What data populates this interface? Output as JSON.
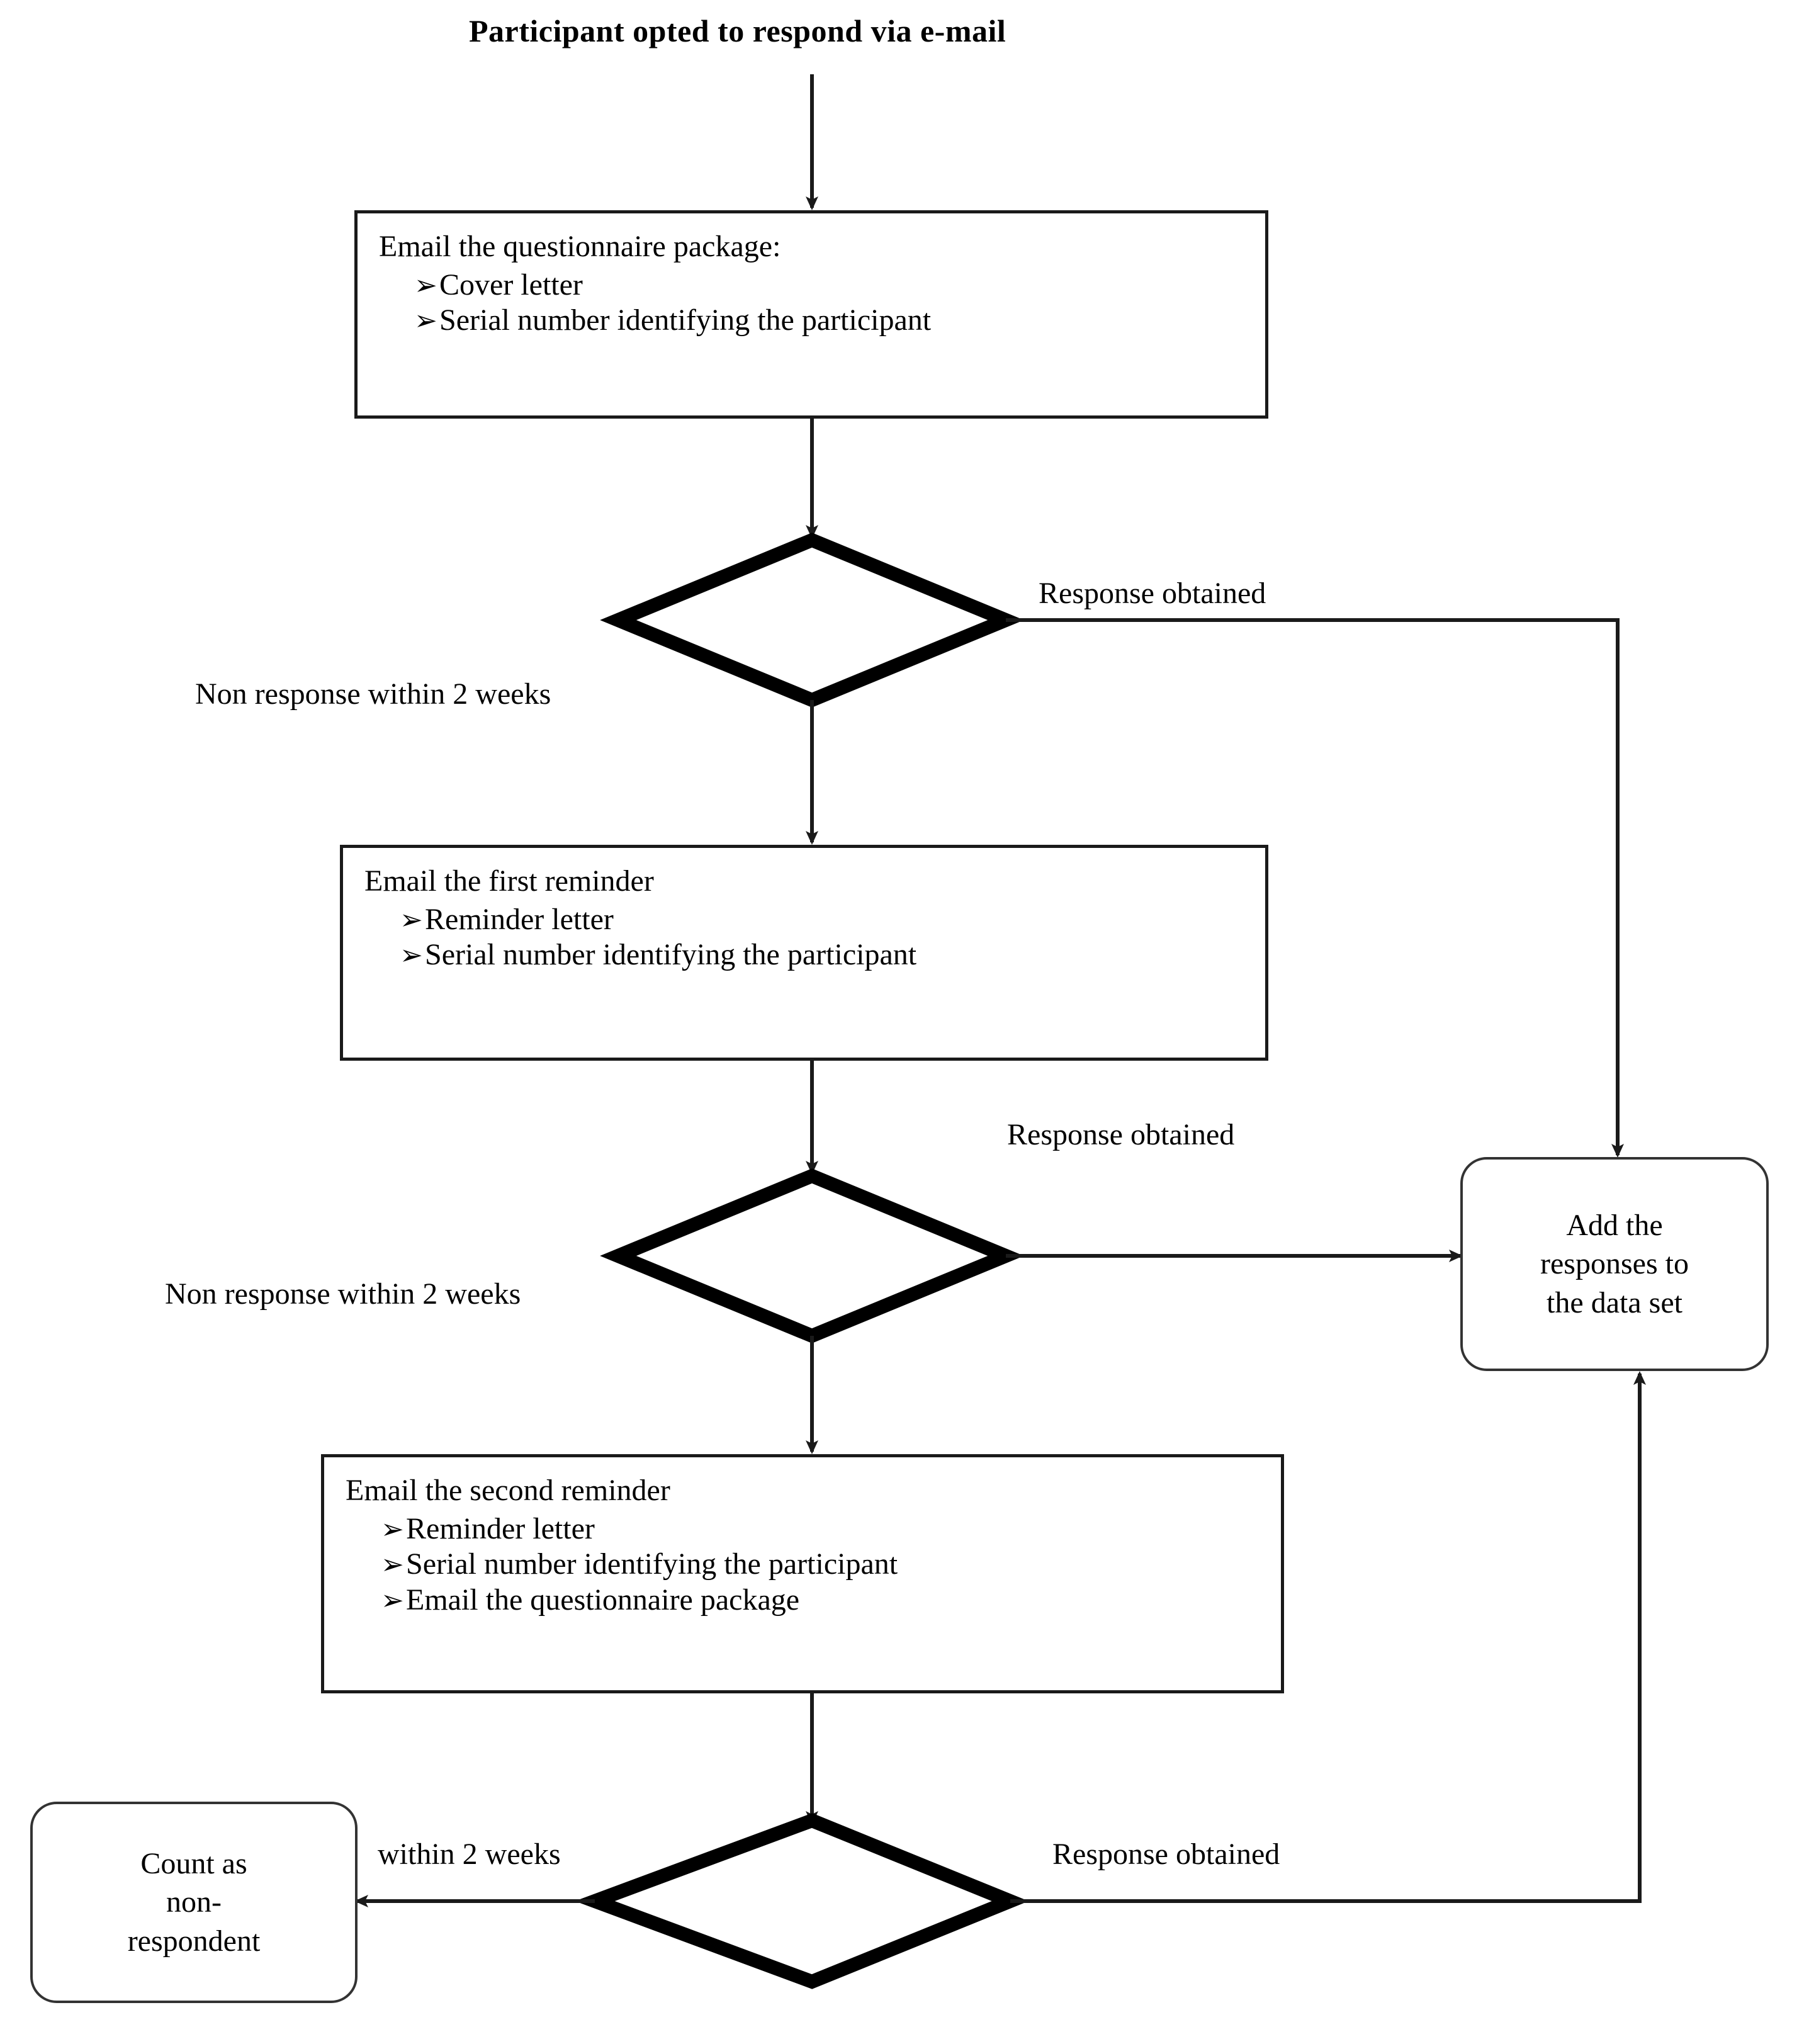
{
  "title": "Participant opted to respond via e-mail",
  "bullet_glyph": "➢",
  "colors": {
    "stroke": "#1a1a1a",
    "text": "#000000",
    "background": "#ffffff",
    "thin_stroke": "#333333"
  },
  "boxes": {
    "email_package": {
      "heading": "Email the questionnaire package:",
      "items": [
        "Cover letter",
        "Serial number identifying the participant"
      ]
    },
    "first_reminder": {
      "heading": "Email the first reminder",
      "items": [
        "Reminder letter",
        "Serial number identifying the participant"
      ]
    },
    "second_reminder": {
      "heading": "Email the second reminder",
      "items": [
        "Reminder letter",
        "Serial number identifying the participant",
        "Email the questionnaire package"
      ]
    },
    "add_responses": {
      "lines": [
        "Add the",
        "responses to",
        "the data set"
      ]
    },
    "count_non_respondent": {
      "lines": [
        "Count as",
        "non-",
        "respondent"
      ]
    }
  },
  "decisions": {
    "decision_1": {
      "name": "decision-after-package"
    },
    "decision_2": {
      "name": "decision-after-first-reminder"
    },
    "decision_3": {
      "name": "decision-after-second-reminder"
    }
  },
  "edge_labels": {
    "response_obtained_1": "Response obtained",
    "non_response_1": "Non response within 2 weeks",
    "response_obtained_2": "Response obtained",
    "non_response_2": "Non response within 2 weeks",
    "response_obtained_3": "Response obtained",
    "within_2_weeks": "within 2 weeks"
  }
}
